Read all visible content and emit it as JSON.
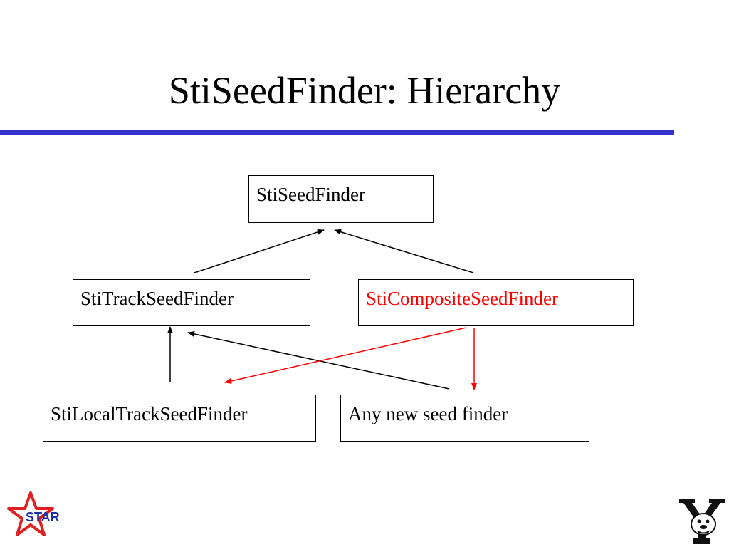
{
  "slide": {
    "title": "StiSeedFinder: Hierarchy"
  },
  "diagram": {
    "nodes": {
      "root": "StiSeedFinder",
      "track": "StiTrackSeedFinder",
      "composite": "StiCompositeSeedFinder",
      "local": "StiLocalTrackSeedFinder",
      "new": "Any new seed finder"
    },
    "colors": {
      "rule": "#3333cc",
      "composite_text": "#ff0000",
      "composite_arrows": "#ff0000",
      "inherit_arrows": "#000000"
    }
  },
  "logos": {
    "star_text": "STAR",
    "left_logo": "star-logo",
    "right_logo": "yale-bulldog-logo"
  }
}
